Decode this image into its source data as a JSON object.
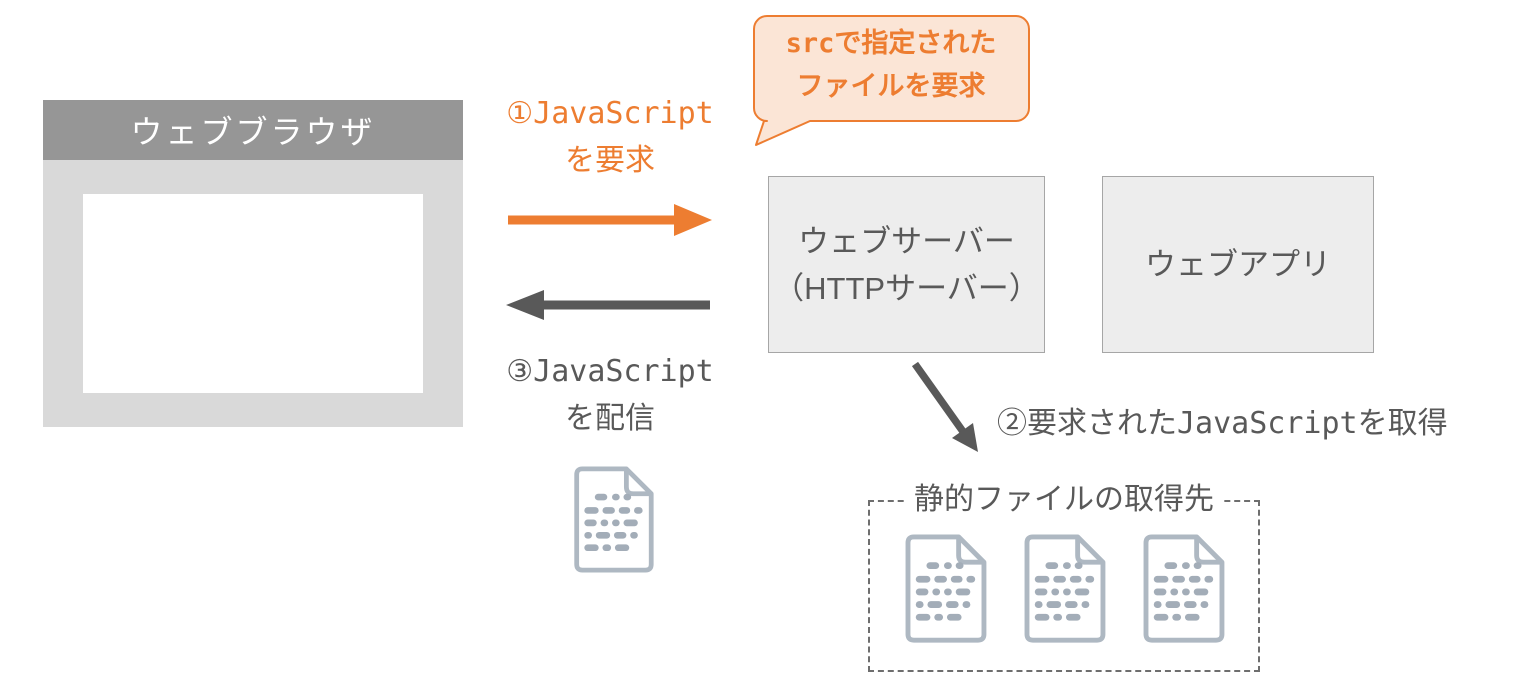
{
  "browser": {
    "title": "ウェブブラウザ"
  },
  "callout": {
    "line1": "srcで指定された",
    "line2": "ファイルを要求"
  },
  "steps": {
    "step1": {
      "line1": "①JavaScript",
      "line2": "を要求"
    },
    "step2": {
      "label": "②要求されたJavaScriptを取得"
    },
    "step3": {
      "line1": "③JavaScript",
      "line2": "を配信"
    }
  },
  "nodes": {
    "web_server": {
      "line1": "ウェブサーバー",
      "line2": "（HTTPサーバー）"
    },
    "web_app": {
      "label": "ウェブアプリ"
    },
    "static_files": {
      "label": "静的ファイルの取得先"
    }
  },
  "colors": {
    "accent_orange": "#ED7D31",
    "callout_fill": "#FBE5D6",
    "gray_text": "#595959",
    "browser_header": "#969696",
    "browser_body": "#D9D9D9",
    "node_box_fill": "#EDEDED",
    "node_box_border": "#A6A6A6",
    "dashed_border": "#6E6E6E",
    "document_icon": "#AEB8C2"
  }
}
